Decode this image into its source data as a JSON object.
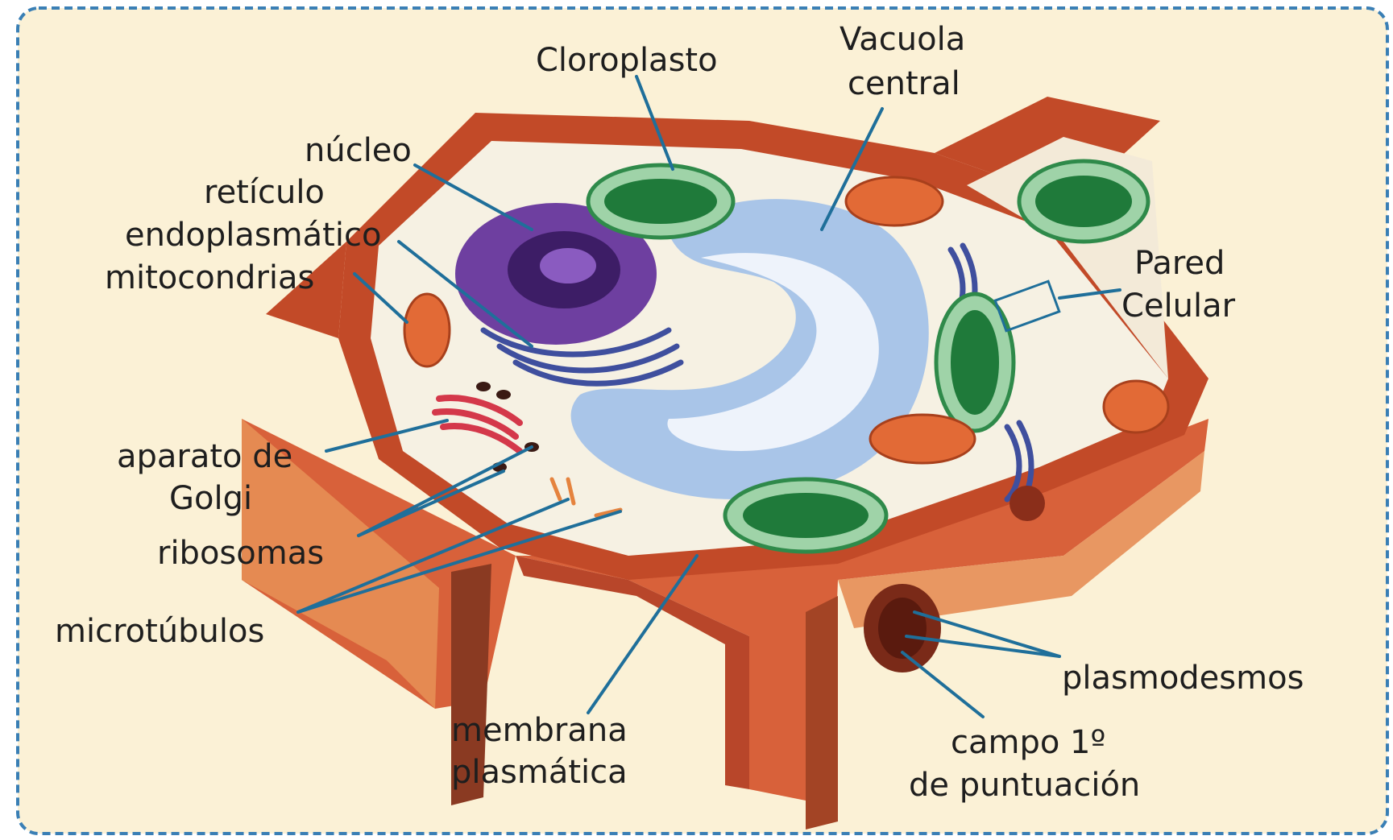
{
  "colors": {
    "background": "#fbf1d6",
    "frame_border": "#3a7fb5",
    "leader": "#1f6f9a",
    "label_text": "#1e1e1e",
    "cell_wall": "#c0502a",
    "cytoplasm": "#f6f1e3",
    "vacuole": "#a9c5e8",
    "nucleus": "#6e3fa0",
    "chloroplast": "#1f7a3a",
    "mitochondria": "#e26a36",
    "golgi": "#d4384a",
    "er": "#3f4f9e"
  },
  "labels": {
    "cloroplasto": "Cloroplasto",
    "vacuola_1": "Vacuola",
    "vacuola_2": "central",
    "nucleo": "núcleo",
    "reticulo_1": "retículo",
    "reticulo_2": "endoplasmático",
    "mitocondrias": "mitocondrias",
    "pared_1": "Pared",
    "pared_2": "Celular",
    "golgi_1": "aparato de",
    "golgi_2": "Golgi",
    "ribosomas": "ribosomas",
    "microtubulos": "microtúbulos",
    "membrana_1": "membrana",
    "membrana_2": "plasmática",
    "plasmodesmos": "plasmodesmos",
    "campo_1": "campo 1º",
    "campo_2": "de puntuación"
  }
}
